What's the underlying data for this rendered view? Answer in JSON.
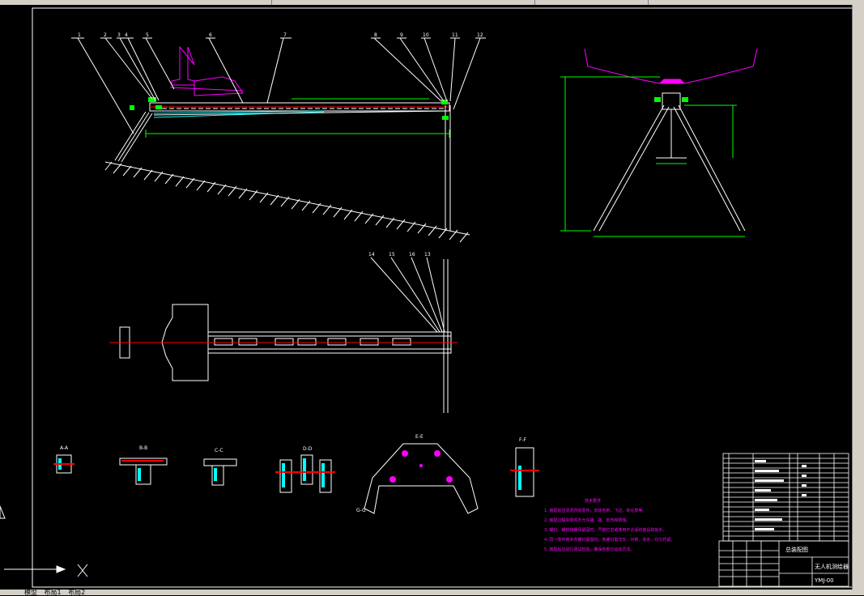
{
  "layout_tabs": [
    "模型",
    "布局1",
    "布局2"
  ],
  "title_block": {
    "drawing_name": "总装配图",
    "project_name": "无人机测绘器",
    "drawing_number": "YMJ-00"
  },
  "part_numbers_side_view": [
    "1",
    "2",
    "3",
    "4",
    "5",
    "6",
    "7",
    "8",
    "9",
    "10",
    "11",
    "12"
  ],
  "part_numbers_top_view": [
    "14",
    "15",
    "16",
    "13"
  ],
  "section_labels": [
    "A-A",
    "B-B",
    "C-C",
    "D-D",
    "E-E",
    "F-F",
    "G-G"
  ],
  "tech_requirements": {
    "heading": "技术要求",
    "lines": [
      "1. 装配前应清洗所有零件，去除毛刺、飞边、氧化皮等。",
      "2. 装配过程中零件不允许磕、碰、划伤和锈蚀。",
      "3. 螺钉、螺栓和螺母紧固时，严禁打击或使用不合适的旋具和扳手。",
      "4. 同一零件用多件螺钉紧固时，各螺钉需交叉、对称、逐步、均匀拧紧。",
      "5. 装配后应进行调试检验，确保各部分运动灵活。"
    ]
  },
  "colors": {
    "background": "#000000",
    "line": "#ffffff",
    "magenta": "#ff00ff",
    "green": "#00ff00",
    "cyan": "#00ffff",
    "red": "#ff0000"
  }
}
